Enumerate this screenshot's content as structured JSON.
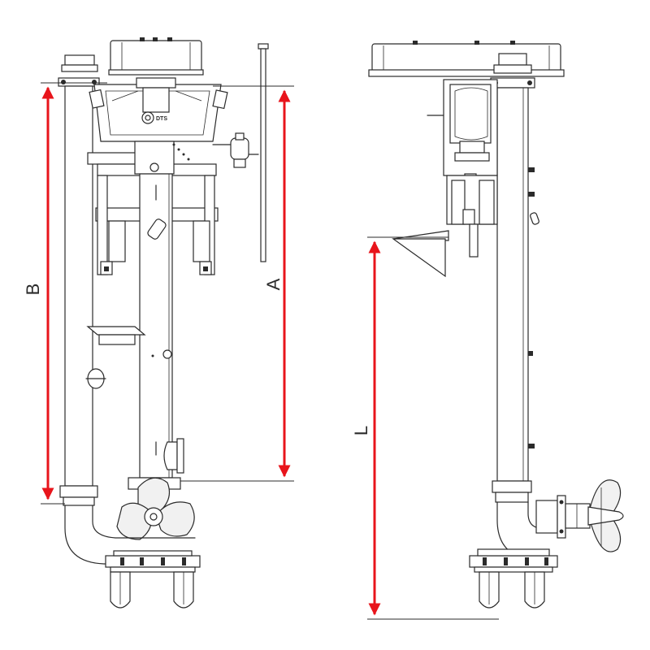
{
  "dimensions": {
    "a_label": "A",
    "b_label": "B",
    "l_label": "L"
  },
  "logo_text": "DTS",
  "colors": {
    "dimension_line": "#e8141b",
    "drawing_line": "#2b2b2b",
    "background": "#ffffff"
  }
}
